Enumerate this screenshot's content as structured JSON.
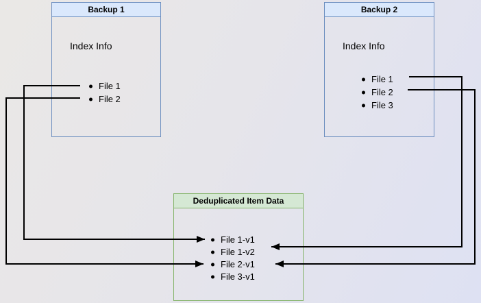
{
  "diagram": {
    "backup1": {
      "title": "Backup 1",
      "index_label": "Index Info",
      "files": [
        "File 1",
        "File 2"
      ]
    },
    "backup2": {
      "title": "Backup 2",
      "index_label": "Index Info",
      "files": [
        "File 1",
        "File 2",
        "File 3"
      ]
    },
    "dedup": {
      "title": "Deduplicated Item Data",
      "items": [
        "File 1-v1",
        "File 1-v2",
        "File 2-v1",
        "File 3-v1"
      ]
    },
    "connections": [
      {
        "from": "Backup 1 / File 1",
        "to": "File 1-v1"
      },
      {
        "from": "Backup 1 / File 2",
        "to": "File 2-v1"
      },
      {
        "from": "Backup 2 / File 1",
        "to": "File 1-v2"
      },
      {
        "from": "Backup 2 / File 2",
        "to": "File 2-v1"
      }
    ],
    "colors": {
      "blue_border": "#6c8ebf",
      "blue_header_fill": "#dae8fc",
      "green_border": "#82b366",
      "green_header_fill": "#d5e8d4",
      "arrow": "#000000",
      "background_start": "#eae8e6",
      "background_end": "#dee1f3"
    }
  }
}
